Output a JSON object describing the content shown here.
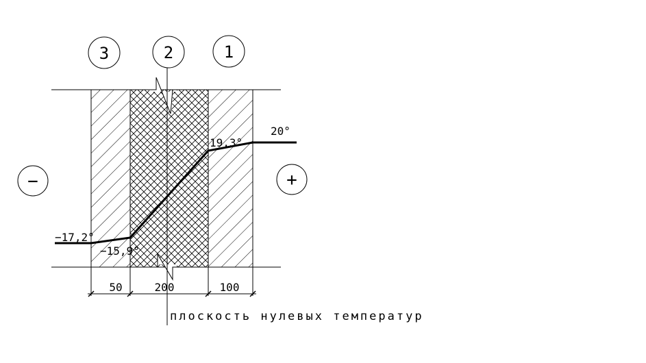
{
  "layers": [
    {
      "number": "3",
      "thickness": "50"
    },
    {
      "number": "2",
      "thickness": "200"
    },
    {
      "number": "1",
      "thickness": "100"
    }
  ],
  "sides": {
    "cold": "−",
    "warm": "+"
  },
  "temperatures": {
    "outside": "−17,2°",
    "interface_3_2": "−15,9°",
    "interface_2_1": "19,3°",
    "inside": "20°"
  },
  "caption": "плоскость нулевых температур"
}
